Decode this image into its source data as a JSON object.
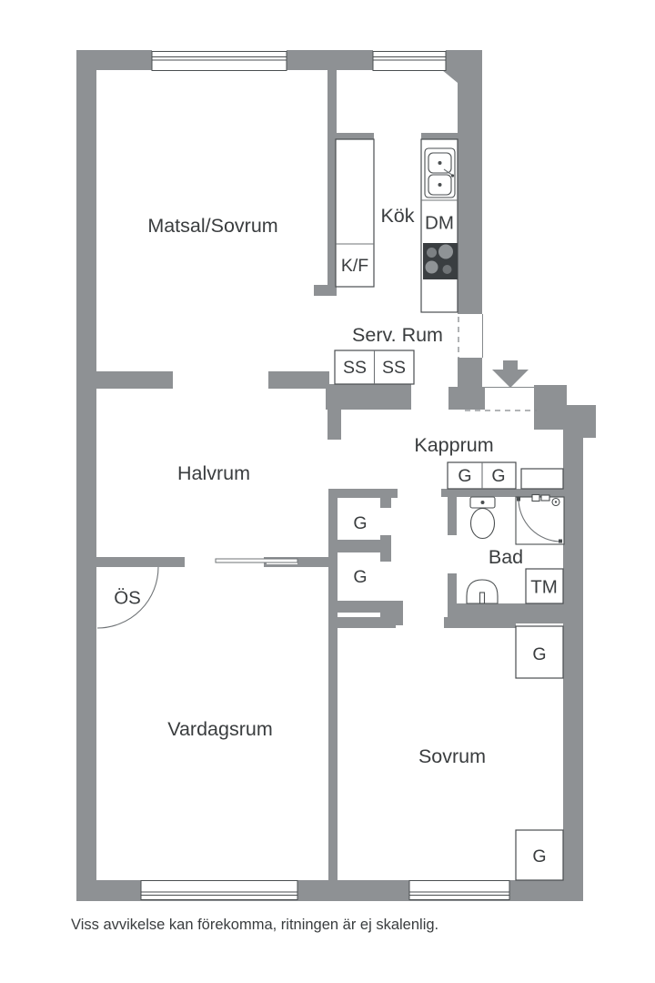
{
  "plan": {
    "disclaimer": "Viss avvikelse kan förekomma, ritningen är ej skalenlig.",
    "rooms": {
      "matsal_sovrum": "Matsal/Sovrum",
      "kok": "Kök",
      "serv_rum": "Serv. Rum",
      "kapprum": "Kapprum",
      "halvrum": "Halvrum",
      "bad": "Bad",
      "vardagsrum": "Vardagsrum",
      "sovrum": "Sovrum"
    },
    "fixtures": {
      "kf": "K/F",
      "dm": "DM",
      "ss1": "SS",
      "ss2": "SS",
      "g_hall_1": "G",
      "g_hall_2": "G",
      "g_mid_1": "G",
      "g_mid_2": "G",
      "g_sovrum_1": "G",
      "g_sovrum_2": "G",
      "tm": "TM",
      "os": "ÖS"
    },
    "icons": {
      "entrance_arrow": "down-arrow"
    },
    "colors": {
      "background": "#ffffff",
      "wall": "#8e9194",
      "stove": "#3a3e41",
      "outline": "#4a4e50",
      "thin": "#6f7376",
      "dashed": "#85898c",
      "text": "#3a3d3f",
      "burner_light": "#8f9396",
      "burner_mid": "#7c8083",
      "burner_dark": "#6f7376"
    }
  }
}
